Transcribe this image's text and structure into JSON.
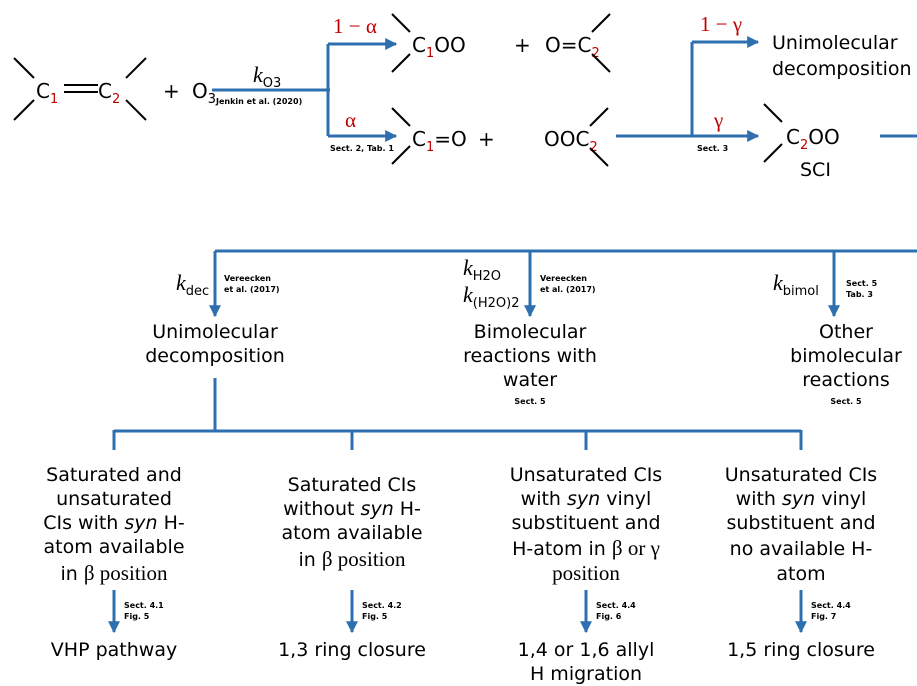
{
  "reaction": {
    "alkene_left": "C",
    "alkene_left_sub": "1",
    "alkene_right": "C",
    "alkene_right_sub": "2",
    "plus": "+",
    "ozone": "O",
    "ozone_sub": "3",
    "k_o3_k": "k",
    "k_o3_sub": "O3",
    "k_o3_ref": "Jenkin et al. (2020)",
    "branch_1_minus_alpha": "1 − α",
    "branch_alpha": "α",
    "branch_alpha_ref": "Sect. 2, Tab. 1",
    "product_c1oo_c": "C",
    "product_c1oo_sub": "1",
    "product_c1oo_tail": "OO",
    "product_oc2_head": "O=C",
    "product_oc2_sub": "2",
    "product_c1o_c": "C",
    "product_c1o_sub": "1",
    "product_c1o_tail": "=O",
    "product_ooc2_head": "OOC",
    "product_ooc2_sub": "2",
    "branch_1_minus_gamma": "1 − γ",
    "branch_gamma": "γ",
    "branch_gamma_ref": "Sect. 3",
    "unimolecular_line1": "Unimolecular",
    "unimolecular_line2": "decomposition",
    "sci_c": "C",
    "sci_sub": "2",
    "sci_tail": "OO",
    "sci_label": "SCI"
  },
  "middle": {
    "k_dec_k": "k",
    "k_dec_sub": "dec",
    "k_dec_ref_line1": "Vereecken",
    "k_dec_ref_line2": "et al. (2017)",
    "uni_line1": "Unimolecular",
    "uni_line2": "decomposition",
    "k_h2o_k": "k",
    "k_h2o_sub": "H2O",
    "k_h2o2_k": "k",
    "k_h2o2_sub": "(H2O)2",
    "k_h2o_ref_line1": "Vereecken",
    "k_h2o_ref_line2": "et al. (2017)",
    "bimol_water_line1": "Bimolecular",
    "bimol_water_line2": "reactions with",
    "bimol_water_line3": "water",
    "bimol_water_sect": "Sect. 5",
    "k_bimol_k": "k",
    "k_bimol_sub": "bimol",
    "k_bimol_ref_line1": "Sect. 5",
    "k_bimol_ref_line2": "Tab. 3",
    "other_line1": "Other",
    "other_line2": "bimolecular",
    "other_line3": "reactions",
    "other_sect": "Sect. 5"
  },
  "bottom": [
    {
      "lines": [
        "Saturated and",
        "unsaturated",
        "CIs with ",
        "atom available",
        "in "
      ],
      "syn_word": "syn",
      "after_syn": " H-",
      "greek": "β position",
      "ref_line1": "Sect. 4.1",
      "ref_line2": "Fig. 5",
      "result": "VHP pathway"
    },
    {
      "lines": [
        "Saturated CIs",
        "without ",
        "atom available",
        "in "
      ],
      "syn_word": "syn",
      "after_syn": " H-",
      "greek": "β position",
      "ref_line1": "Sect. 4.2",
      "ref_line2": "Fig. 5",
      "result": "1,3 ring closure"
    },
    {
      "lines": [
        "Unsaturated CIs",
        "with ",
        "substituent and",
        "H-atom in ",
        "position"
      ],
      "syn_word": "syn",
      "after_syn": " vinyl",
      "greek": "β or γ",
      "ref_line1": "Sect. 4.4",
      "ref_line2": "Fig. 6",
      "result_line1": "1,4 or 1,6 allyl",
      "result_line2": "H migration"
    },
    {
      "lines": [
        "Unsaturated CIs",
        "with ",
        "substituent and",
        "no available H-",
        "atom"
      ],
      "syn_word": "syn",
      "after_syn": " vinyl",
      "ref_line1": "Sect. 4.4",
      "ref_line2": "Fig. 7",
      "result": "1,5 ring closure"
    }
  ],
  "colors": {
    "arrow": "#2e6fb0",
    "highlight": "#c00000"
  }
}
